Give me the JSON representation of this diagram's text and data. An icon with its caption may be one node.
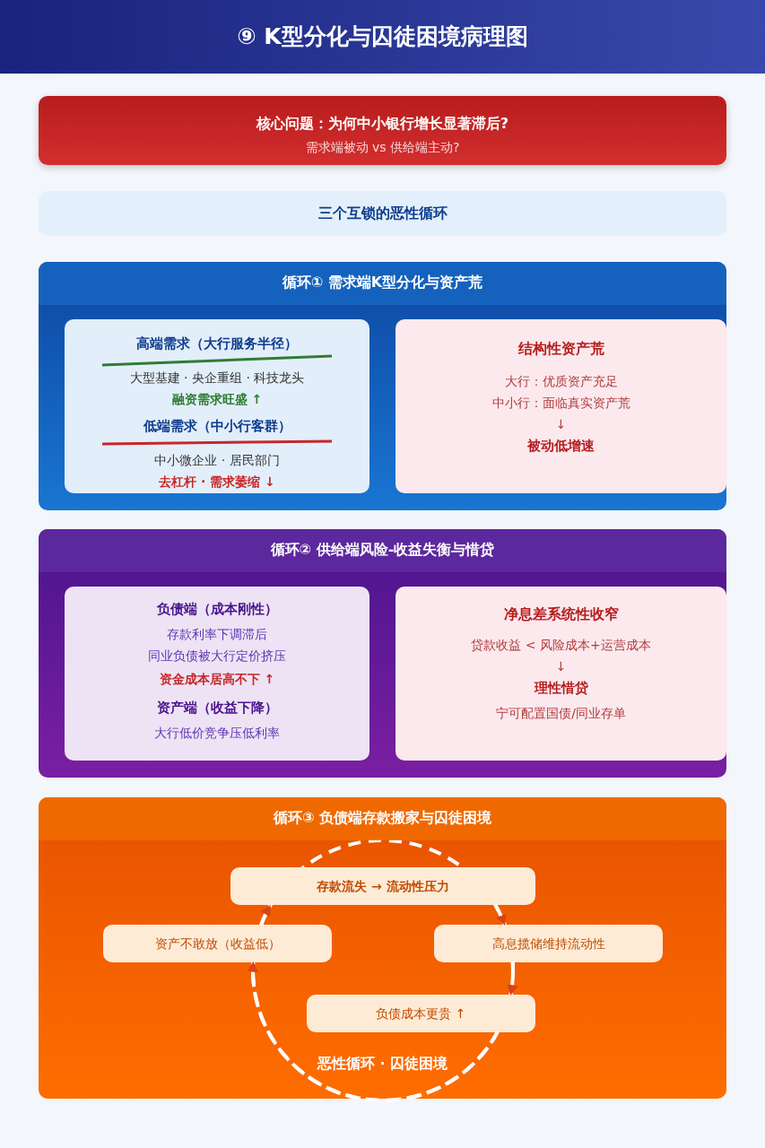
{
  "diagram": {
    "title": "⑨ K型分化与囚徒困境病理图",
    "nodes": [
      {
        "text": [
          "核心问题：为何中小银行增长显著滞后?",
          "需求端被动 vs 供给端主动?"
        ]
      },
      {
        "text": [
          "三个互锁的恶性循环"
        ]
      },
      {
        "text": [
          "循环① 需求端K型分化与资产荒"
        ]
      },
      {
        "text": [
          "高端需求（大行服务半径）",
          "大型基建 · 央企重组 · 科技龙头",
          "融资需求旺盛 ↑",
          "低端需求（中小行客群）",
          "中小微企业 · 居民部门",
          "去杠杆 · 需求萎缩 ↓"
        ],
        "in": 2
      },
      {
        "text": [
          "结构性资产荒",
          "大行：优质资产充足",
          "中小行：面临真实资产荒",
          "↓",
          "被动低增速"
        ],
        "in": 2
      },
      {
        "text": [
          "循环② 供给端风险-收益失衡与惜贷"
        ]
      },
      {
        "text": [
          "负债端（成本刚性）",
          "存款利率下调滞后",
          "同业负债被大行定价挤压",
          "资金成本居高不下 ↑",
          "资产端（收益下降）",
          "大行低价竞争压低利率"
        ],
        "in": 5
      },
      {
        "text": [
          "净息差系统性收窄",
          "贷款收益 < 风险成本+运营成本",
          "↓",
          "理性惜贷",
          "宁可配置国债/同业存单"
        ],
        "in": 5
      },
      {
        "text": [
          "循环③ 负债端存款搬家与囚徒困境",
          "恶性循环 · 囚徒困境"
        ]
      },
      {
        "text": [
          "存款流失 → 流动性压力"
        ],
        "in": 8
      },
      {
        "text": [
          "资产不敢放（收益低）"
        ],
        "in": 8
      },
      {
        "text": [
          "高息揽储维持流动性"
        ],
        "in": 8
      },
      {
        "text": [
          "负债成本更贵 ↑"
        ],
        "in": 8
      }
    ],
    "edges": [
      {
        "from": 9,
        "to": 11,
        "arrow": "to",
        "style": "dashed"
      },
      {
        "from": 11,
        "to": 12,
        "arrow": "to",
        "style": "dashed"
      },
      {
        "from": 12,
        "to": 10,
        "arrow": "to",
        "style": "dashed"
      },
      {
        "from": 10,
        "to": 9,
        "arrow": "to",
        "style": "dashed"
      }
    ]
  }
}
